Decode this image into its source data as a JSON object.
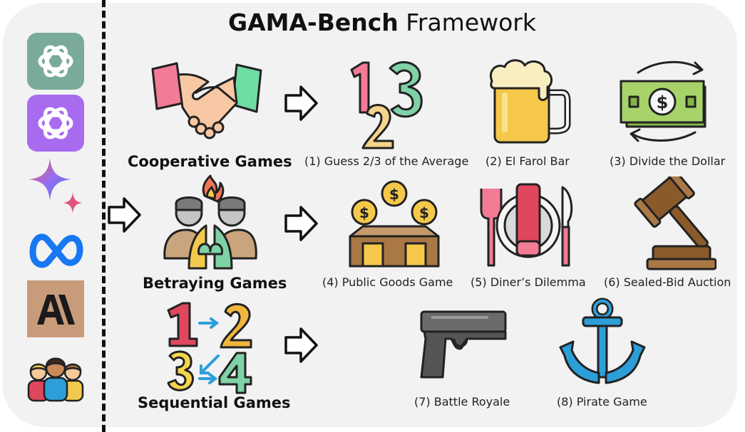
{
  "title": {
    "bold": "GAMA-Bench",
    "regular": "Framework"
  },
  "models": [
    {
      "icon": "openai-green-logo-icon",
      "bg": "#7aab98"
    },
    {
      "icon": "openai-purple-logo-icon",
      "bg": "#a86bf0"
    },
    {
      "icon": "gemini-sparkle-icon"
    },
    {
      "icon": "meta-infinity-logo-icon"
    },
    {
      "icon": "anthropic-logo-icon",
      "bg": "#c89b7b",
      "text": "A\\"
    },
    {
      "icon": "human-group-icon"
    }
  ],
  "categories": [
    {
      "label": "Cooperative Games",
      "icon": "handshake-icon"
    },
    {
      "label": "Betraying Games",
      "icon": "betrayal-icon"
    },
    {
      "label": "Sequential Games",
      "icon": "sequence-numbers-icon"
    }
  ],
  "games": [
    {
      "label": "(1) Guess 2/3 of the Average",
      "icon": "numbers-123-icon"
    },
    {
      "label": "(2) El Farol Bar",
      "icon": "beer-mug-icon"
    },
    {
      "label": "(3) Divide the Dollar",
      "icon": "money-bill-icon"
    },
    {
      "label": "(4) Public Goods Game",
      "icon": "coins-box-icon"
    },
    {
      "label": "(5) Diner’s Dilemma",
      "icon": "plate-cutlery-icon"
    },
    {
      "label": "(6) Sealed-Bid Auction",
      "icon": "gavel-icon"
    },
    {
      "label": "(7) Battle Royale",
      "icon": "pistol-icon"
    },
    {
      "label": "(8) Pirate Game",
      "icon": "anchor-icon"
    }
  ],
  "colors": {
    "accent_teal": "#3fc1a9",
    "accent_blue": "#2c9fd9",
    "accent_red": "#e0465e",
    "money_green": "#9ccb5b"
  }
}
